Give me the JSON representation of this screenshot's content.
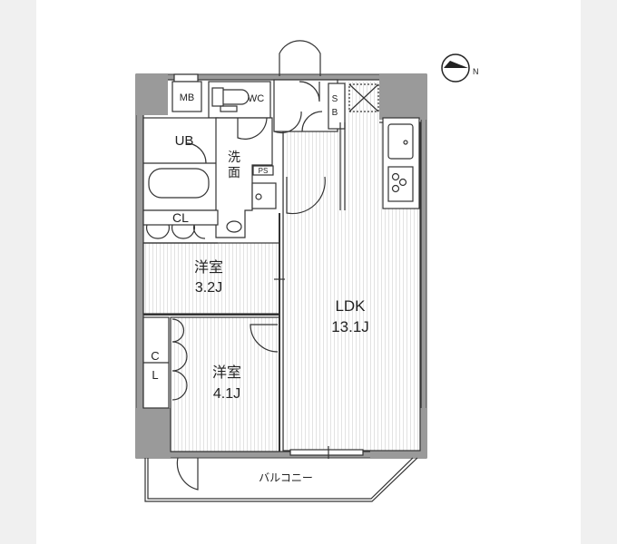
{
  "compass": {
    "label": "N"
  },
  "rooms": {
    "mb": "MB",
    "wc": "WC",
    "sb_s": "S",
    "sb_b": "B",
    "ub": "UB",
    "washroom_1": "洗",
    "washroom_2": "面",
    "ps": "PS",
    "cl_top": "CL",
    "bedroom1_name": "洋室",
    "bedroom1_size": "3.2J",
    "ldk_name": "LDK",
    "ldk_size": "13.1J",
    "cl_side_c": "C",
    "cl_side_l": "L",
    "bedroom2_name": "洋室",
    "bedroom2_size": "4.1J",
    "balcony": "バルコニー"
  },
  "colors": {
    "wall": "#9a9a9a",
    "line": "#333333",
    "floor_stripe": "#e2e2e2"
  }
}
